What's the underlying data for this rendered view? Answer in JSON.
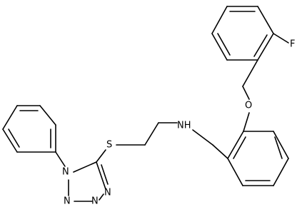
{
  "molecule": {
    "atoms": {
      "F": "F",
      "O": "O",
      "NH": "NH",
      "S": "S",
      "N1": "N",
      "N2": "N",
      "N3": "N",
      "N4": "N"
    }
  }
}
